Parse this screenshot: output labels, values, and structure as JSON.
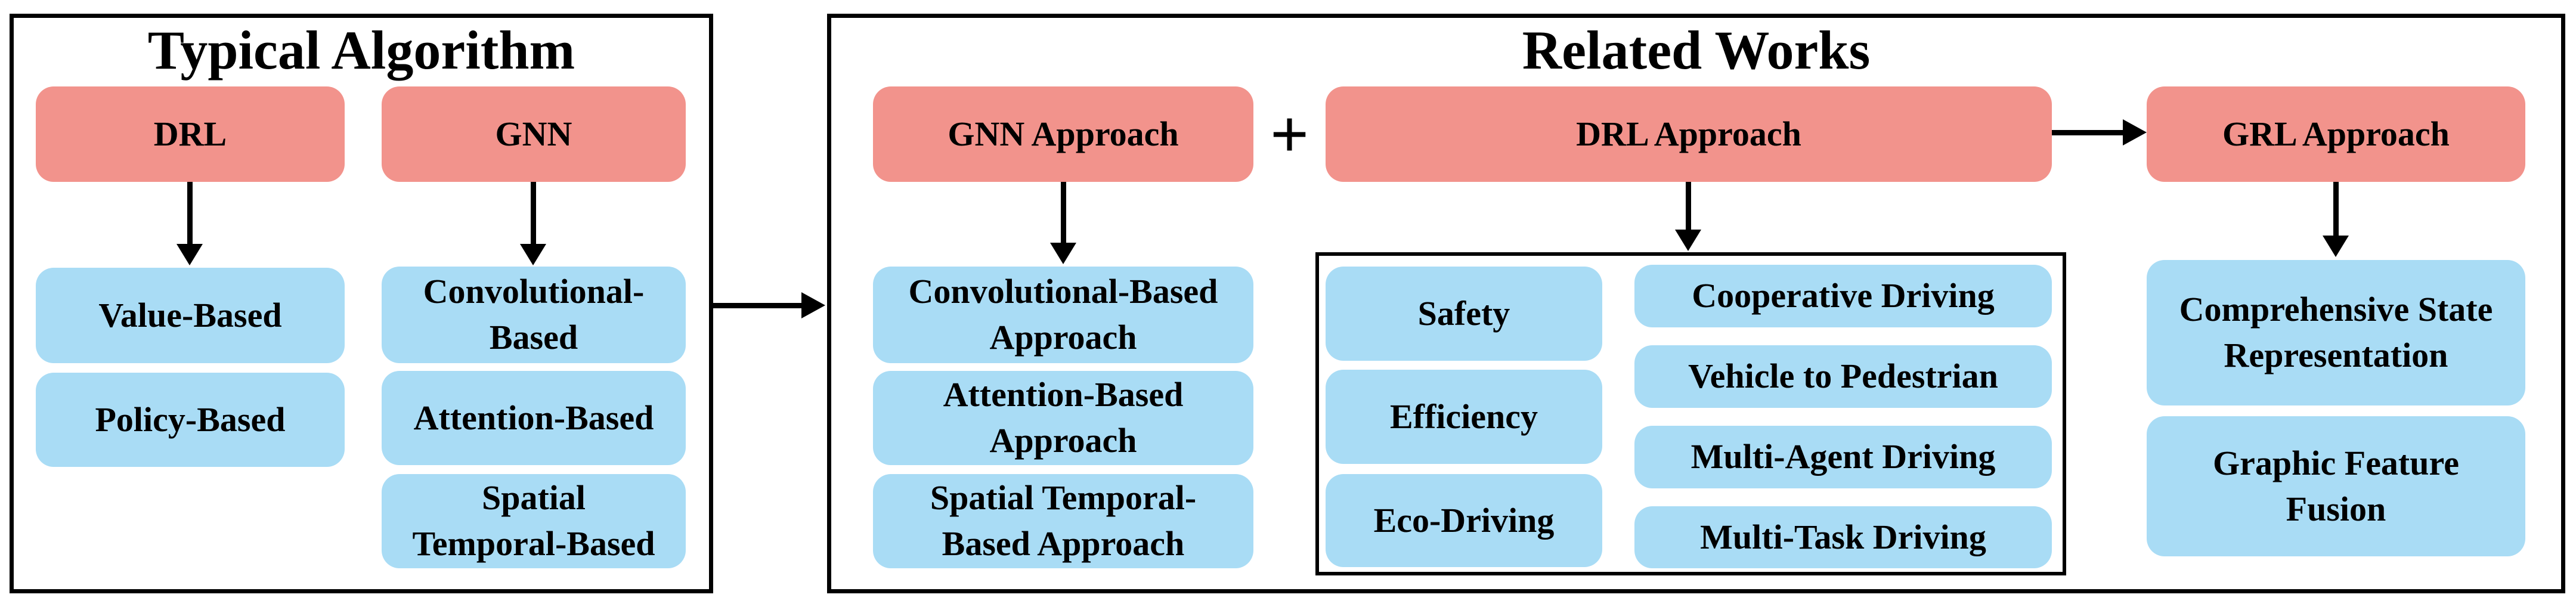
{
  "colors": {
    "node_pink": "#F2938C",
    "node_blue": "#A9DCF5",
    "border_black": "#000000",
    "background": "#FFFFFF"
  },
  "typical": {
    "title": "Typical Algorithm",
    "drl": "DRL",
    "gnn": "GNN",
    "value_based": "Value-Based",
    "policy_based": "Policy-Based",
    "convolutional_based": "Convolutional-\nBased",
    "attention_based": "Attention-Based",
    "spatial_temporal_based": "Spatial\nTemporal-Based"
  },
  "related": {
    "title": "Related Works",
    "gnn_approach": "GNN Approach",
    "plus": "+",
    "drl_approach": "DRL Approach",
    "grl_approach": "GRL Approach",
    "convolutional_approach": "Convolutional-Based\nApproach",
    "attention_approach": "Attention-Based\nApproach",
    "spatial_temporal_approach": "Spatial Temporal-\nBased Approach",
    "safety": "Safety",
    "efficiency": "Efficiency",
    "eco_driving": "Eco-Driving",
    "cooperative_driving": "Cooperative Driving",
    "vehicle_to_pedestrian": "Vehicle to Pedestrian",
    "multi_agent_driving": "Multi-Agent Driving",
    "multi_task_driving": "Multi-Task Driving",
    "comprehensive_state": "Comprehensive State\nRepresentation",
    "graphic_feature_fusion": "Graphic Feature\nFusion"
  }
}
